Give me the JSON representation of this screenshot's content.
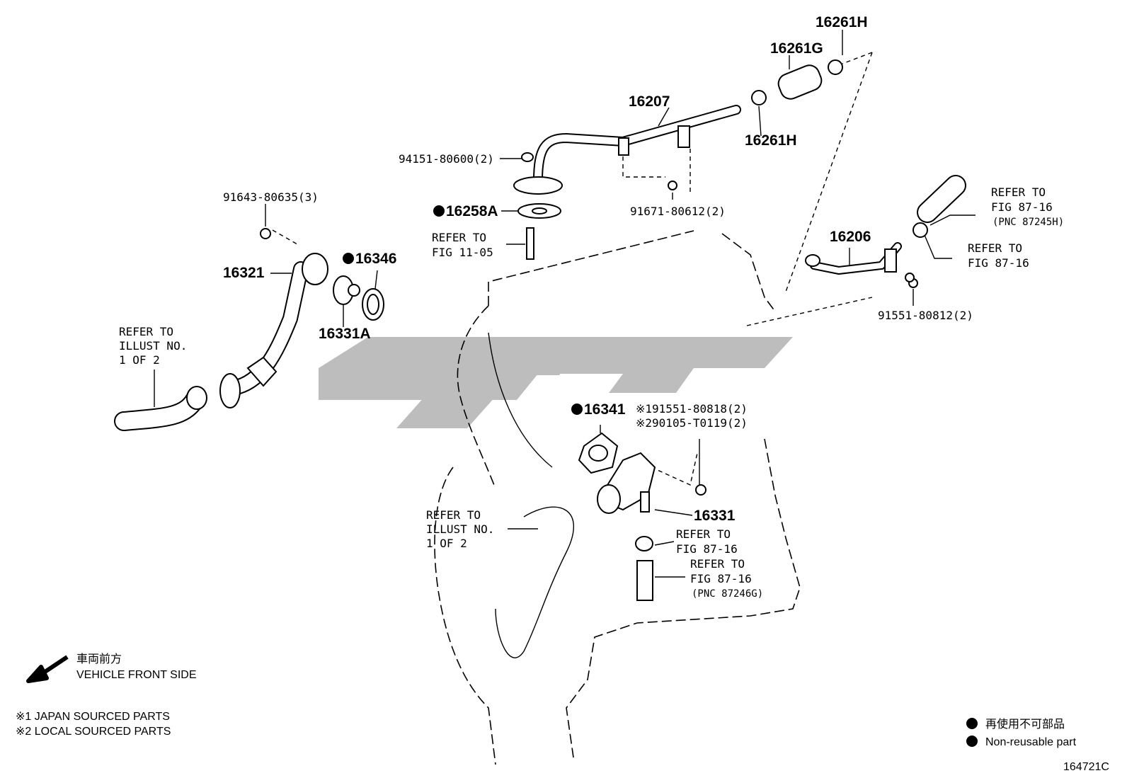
{
  "parts": {
    "p16261H_top": "16261H",
    "p16261G": "16261G",
    "p16207": "16207",
    "p16261H_mid": "16261H",
    "p94151": "94151-80600(2)",
    "p91671": "91671-80612(2)",
    "p16258A": "16258A",
    "p91643": "91643-80635(3)",
    "p16321": "16321",
    "p16346": "16346",
    "p16331A": "16331A",
    "p16206": "16206",
    "p91551_80812": "91551-80812(2)",
    "p16341": "16341",
    "p91551_80818": "※191551-80818(2)",
    "p90105": "※290105-T0119(2)",
    "p16331": "16331"
  },
  "refs": {
    "fig1105": [
      "REFER TO",
      "FIG 11-05"
    ],
    "illust_left": [
      "REFER TO",
      "ILLUST NO.",
      "1 OF 2"
    ],
    "illust_center": [
      "REFER TO",
      "ILLUST NO.",
      "1 OF 2"
    ],
    "fig87_pnc45": [
      "REFER TO",
      "FIG 87-16",
      "(PNC 87245H)"
    ],
    "fig87_right": [
      "REFER TO",
      "FIG 87-16"
    ],
    "fig87_clamp": [
      "REFER TO",
      "FIG 87-16"
    ],
    "fig87_pnc46": [
      "REFER TO",
      "FIG 87-16",
      "(PNC 87246G)"
    ]
  },
  "notes": {
    "front_jp": "車両前方",
    "front_en": "VEHICLE FRONT SIDE",
    "japan": "※1 JAPAN SOURCED PARTS",
    "local": "※2 LOCAL SOURCED PARTS",
    "legend_jp": "再使用不可部品",
    "legend_en": "Non-reusable part",
    "code": "164721C"
  }
}
